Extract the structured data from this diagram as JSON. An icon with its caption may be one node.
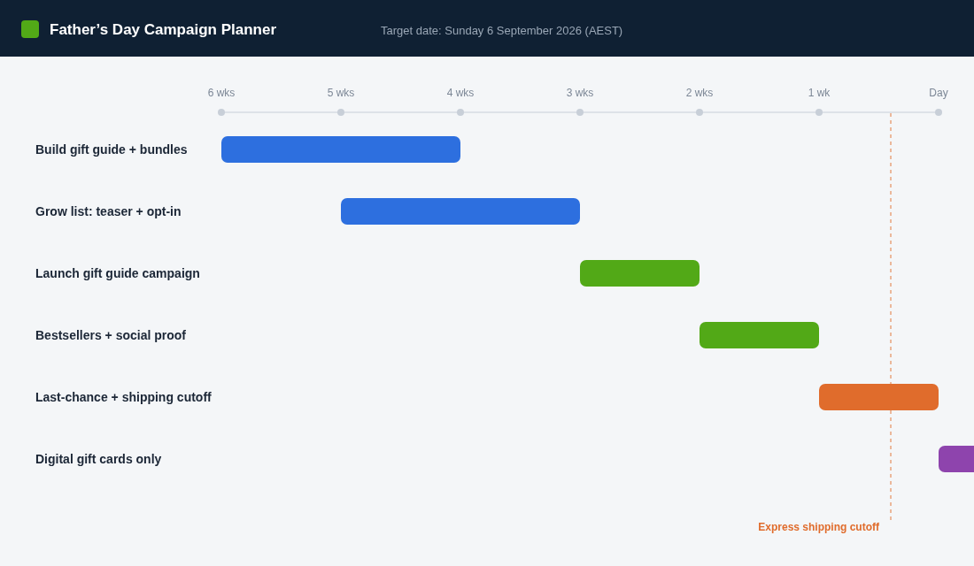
{
  "diagram": {
    "title": "Father’s Day Campaign Planner",
    "nodes": [
      {
        "text": [],
        "shape": "bar"
      },
      {
        "text": [],
        "shape": "bar"
      },
      {
        "text": [],
        "shape": "bar"
      },
      {
        "text": [],
        "shape": "bar"
      },
      {
        "text": [],
        "shape": "bar"
      },
      {
        "text": [],
        "shape": "bar"
      }
    ],
    "labels": [
      "Target date: Sunday 6 September 2026 (AEST)",
      "6 wks",
      "5 wks",
      "4 wks",
      "3 wks",
      "2 wks",
      "1 wk",
      "Day",
      "Build gift guide + bundles",
      "Grow list: teaser + opt-in",
      "Launch gift guide campaign",
      "Bestsellers + social proof",
      "Last-chance + shipping cutoff",
      "Digital gift cards only",
      "Express shipping cutoff"
    ]
  }
}
